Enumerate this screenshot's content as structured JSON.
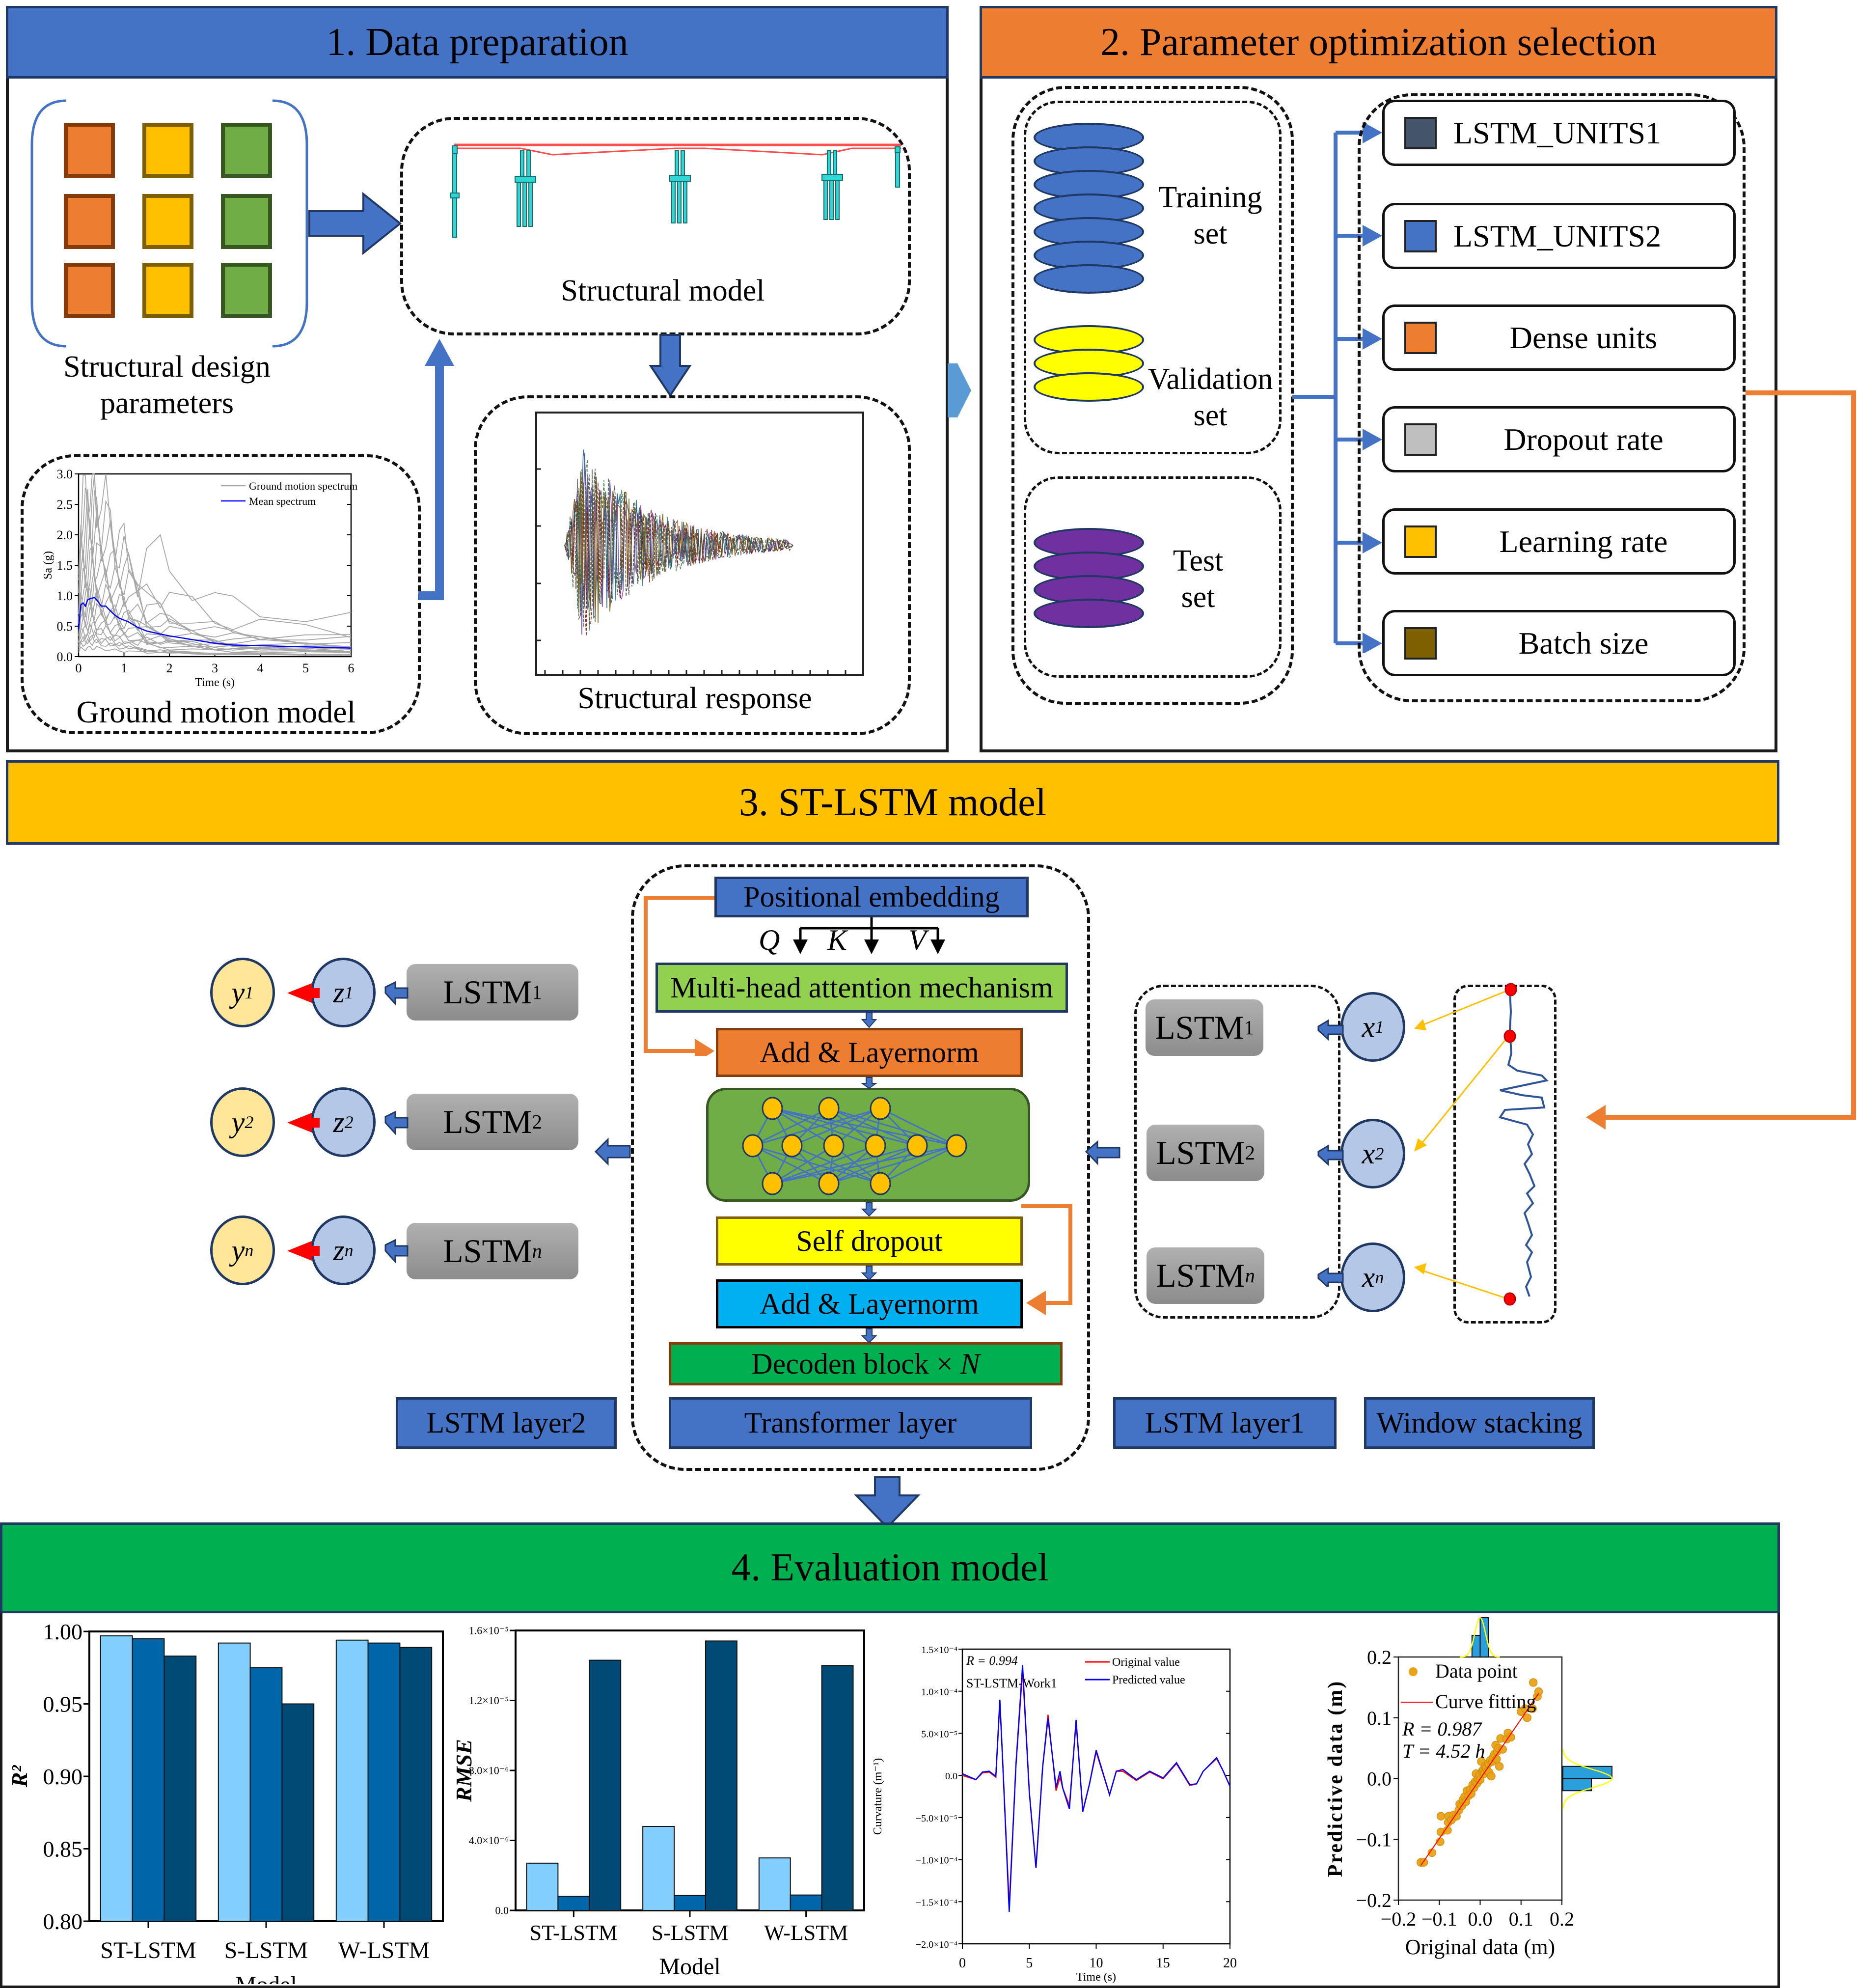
{
  "colors": {
    "blue_header": "#4472c4",
    "orange_header": "#ed7d31",
    "yellow_header": "#ffc000",
    "green_header": "#00b050",
    "bar_light": "#82cfff",
    "bar_mid": "#0066aa",
    "bar_dark": "#004a75"
  },
  "section1": {
    "title": "1. Data preparation",
    "design_params_label_1": "Structural design",
    "design_params_label_2": "parameters",
    "structural_model_label": "Structural model",
    "structural_response_label": "Structural response",
    "ground_motion_label": "Ground motion model"
  },
  "section2": {
    "title": "2. Parameter optimization selection",
    "training_1": "Training",
    "training_2": "set",
    "validation_1": "Validation",
    "validation_2": "set",
    "test_1": "Test",
    "test_2": "set",
    "params": [
      {
        "label": "LSTM_UNITS1",
        "color": "#44546a"
      },
      {
        "label": "LSTM_UNITS2",
        "color": "#4472c4"
      },
      {
        "label": "Dense units",
        "color": "#ed7d31"
      },
      {
        "label": "Dropout rate",
        "color": "#bfbfbf"
      },
      {
        "label": "Learning rate",
        "color": "#ffc000"
      },
      {
        "label": "Batch size",
        "color": "#7f6000"
      }
    ]
  },
  "section3": {
    "title": "3. ST-LSTM  model",
    "positional_embedding": "Positional embedding",
    "q": "Q",
    "k": "K",
    "v": "V",
    "mha": "Multi-head attention mechanism",
    "add_norm_1": "Add & Layernorm",
    "self_dropout": "Self dropout",
    "add_norm_2": "Add & Layernorm",
    "decoder": "Decoden block × ",
    "decoder_n": "N",
    "lstm": "LSTM",
    "subs": [
      "1",
      "2",
      "n"
    ],
    "y": "y",
    "z": "z",
    "x": "x",
    "tag_lstm2": "LSTM layer2",
    "tag_transformer": "Transformer layer",
    "tag_lstm1": "LSTM layer1",
    "tag_window": "Window stacking"
  },
  "section4": {
    "title": "4. Evaluation model"
  },
  "chart_data": [
    {
      "id": "ground_motion",
      "type": "line",
      "title": "",
      "xlabel": "Time (s)",
      "ylabel": "Sa (g)",
      "xlim": [
        0,
        6
      ],
      "ylim": [
        0,
        3.0
      ],
      "xticks": [
        "0",
        "1",
        "2",
        "3",
        "4",
        "5",
        "6"
      ],
      "yticks": [
        "0.0",
        "0.5",
        "1.0",
        "1.5",
        "2.0",
        "2.5",
        "3.0"
      ],
      "legend": [
        "Ground motion spectrum",
        "Mean spectrum"
      ],
      "legend_position": "top-right",
      "mean_spectrum": {
        "x": [
          0,
          0.05,
          0.1,
          0.15,
          0.2,
          0.25,
          0.3,
          0.35,
          0.4,
          0.5,
          0.6,
          0.7,
          0.8,
          0.9,
          1.0,
          1.1,
          1.3,
          1.5,
          1.8,
          2.0,
          2.5,
          3.0,
          3.4,
          4.0,
          5.0,
          6.0
        ],
        "y": [
          0.45,
          0.85,
          0.88,
          0.83,
          0.93,
          0.95,
          0.96,
          0.97,
          0.93,
          0.83,
          0.83,
          0.75,
          0.68,
          0.63,
          0.6,
          0.57,
          0.48,
          0.42,
          0.37,
          0.34,
          0.28,
          0.22,
          0.19,
          0.18,
          0.16,
          0.14
        ]
      },
      "sample_spectra_peaks": [
        3.0,
        2.6,
        2.1,
        1.85,
        1.75,
        1.5,
        1.1,
        1.05
      ]
    },
    {
      "id": "r2_bar",
      "type": "bar",
      "xlabel": "Model",
      "ylabel": "R²",
      "ylim": [
        0.8,
        1.0
      ],
      "yticks": [
        "0.80",
        "0.85",
        "0.90",
        "0.95",
        "1.00"
      ],
      "categories": [
        "ST-LSTM",
        "S-LSTM",
        "W-LSTM"
      ],
      "series": [
        {
          "name": "series1",
          "values": [
            0.997,
            0.992,
            0.994
          ]
        },
        {
          "name": "series2",
          "values": [
            0.995,
            0.975,
            0.992
          ]
        },
        {
          "name": "series3",
          "values": [
            0.983,
            0.95,
            0.989
          ]
        }
      ]
    },
    {
      "id": "rmse_bar",
      "type": "bar",
      "xlabel": "Model",
      "ylabel": "RMSE",
      "ylim": [
        0,
        1.6e-05
      ],
      "yticks": [
        "0.0",
        "4.0×10⁻⁶",
        "8.0×10⁻⁶",
        "1.2×10⁻⁵",
        "1.6×10⁻⁵"
      ],
      "categories": [
        "ST-LSTM",
        "S-LSTM",
        "W-LSTM"
      ],
      "series": [
        {
          "name": "series1",
          "values": [
            2.7e-06,
            4.8e-06,
            3e-06
          ]
        },
        {
          "name": "series2",
          "values": [
            8e-07,
            8.5e-07,
            8.8e-07
          ]
        },
        {
          "name": "series3",
          "values": [
            1.43e-05,
            1.54e-05,
            1.4e-05
          ]
        }
      ]
    },
    {
      "id": "curvature_time",
      "type": "line",
      "xlabel": "Time (s)",
      "ylabel": "Curvature (m⁻¹)",
      "xlim": [
        0,
        20
      ],
      "ylim": [
        -0.0002,
        0.00015
      ],
      "xticks": [
        "0",
        "5",
        "10",
        "15",
        "20"
      ],
      "yticks": [
        "−2.0×10⁻⁴",
        "−1.5×10⁻⁴",
        "−1.0×10⁻⁴",
        "−5.0×10⁻⁵",
        "0.0",
        "5.0×10⁻⁵",
        "1.0×10⁻⁴",
        "1.5×10⁻⁴"
      ],
      "annotations": [
        "R = 0.994",
        "ST-LSTM-Work1"
      ],
      "legend": [
        "Original value",
        "Predicted value"
      ],
      "legend_position": "top-right",
      "series": [
        {
          "name": "Original value",
          "color": "#ff0000",
          "x": [
            0,
            1,
            1.5,
            2,
            2.5,
            2.8,
            3.0,
            3.5,
            4.0,
            4.5,
            5.0,
            5.5,
            6.0,
            6.4,
            7.0,
            7.3,
            7.5,
            8.0,
            8.5,
            9.0,
            9.5,
            10.0,
            11.0,
            11.5,
            12.0,
            13.0,
            14.0,
            15.0,
            16.0,
            17.0,
            17.5,
            18.0,
            19.0,
            19.5,
            20.0
          ],
          "y": [
            0,
            -5e-06,
            3e-06,
            4e-06,
            -2e-06,
            8.8e-05,
            2e-05,
            -0.000155,
            1e-05,
            0.000125,
            -2e-05,
            -0.00011,
            1e-05,
            7.2e-05,
            -1.8e-05,
            -2e-06,
            -1.5e-05,
            -3.6e-05,
            6.3e-05,
            -4.2e-05,
            -1e-05,
            2.8e-05,
            -2.3e-05,
            5e-06,
            5e-06,
            -6e-06,
            4e-06,
            -4e-06,
            1.4e-05,
            -1.2e-05,
            -1e-05,
            5e-06,
            2e-05,
            5e-06,
            -1.3e-05
          ]
        },
        {
          "name": "Predicted value",
          "color": "#0000ff",
          "x": [
            0,
            1,
            1.5,
            2,
            2.5,
            2.8,
            3.0,
            3.5,
            4.0,
            4.5,
            5.0,
            5.5,
            6.0,
            6.4,
            7.0,
            7.3,
            7.5,
            8.0,
            8.5,
            9.0,
            9.5,
            10.0,
            11.0,
            11.5,
            12.0,
            13.0,
            14.0,
            15.0,
            16.0,
            17.0,
            17.5,
            18.0,
            19.0,
            19.5,
            20.0
          ],
          "y": [
            2e-06,
            -5e-06,
            4e-06,
            5e-06,
            -1e-06,
            9e-05,
            2e-05,
            -0.000162,
            1.2e-05,
            0.000131,
            -2e-05,
            -0.00011,
            1e-05,
            6.8e-05,
            -1.4e-05,
            5e-06,
            -1.5e-05,
            -4e-05,
            6.6e-05,
            -4.3e-05,
            -1e-05,
            3e-05,
            -2.3e-05,
            5e-06,
            7e-06,
            -5e-06,
            5e-06,
            -3e-06,
            1.5e-05,
            -1.1e-05,
            -1e-05,
            5e-06,
            2.1e-05,
            5e-06,
            -1.3e-05
          ]
        }
      ]
    },
    {
      "id": "scatter_fit",
      "type": "scatter",
      "xlabel": "Original data (m)",
      "ylabel": "Predictive data (m)",
      "xlim": [
        -0.2,
        0.2
      ],
      "ylim": [
        -0.2,
        0.2
      ],
      "xticks": [
        "−0.2",
        "−0.1",
        "0.0",
        "0.1",
        "0.2"
      ],
      "yticks": [
        "−0.2",
        "−0.1",
        "0.0",
        "0.1",
        "0.2"
      ],
      "legend": [
        "Data point",
        "Curve fitting"
      ],
      "legend_position": "top-left",
      "annotations": [
        "R = 0.987",
        "T = 4.52 h"
      ],
      "fit_line": {
        "x": [
          -0.145,
          0.143
        ],
        "y": [
          -0.143,
          0.14
        ]
      },
      "points": [
        [
          -0.145,
          -0.138
        ],
        [
          -0.138,
          -0.138
        ],
        [
          -0.118,
          -0.122
        ],
        [
          -0.098,
          -0.104
        ],
        [
          -0.096,
          -0.088
        ],
        [
          -0.096,
          -0.062
        ],
        [
          -0.08,
          -0.085
        ],
        [
          -0.078,
          -0.072
        ],
        [
          -0.077,
          -0.062
        ],
        [
          -0.07,
          -0.068
        ],
        [
          -0.065,
          -0.06
        ],
        [
          -0.058,
          -0.062
        ],
        [
          -0.052,
          -0.052
        ],
        [
          -0.05,
          -0.042
        ],
        [
          -0.045,
          -0.045
        ],
        [
          -0.042,
          -0.035
        ],
        [
          -0.038,
          -0.03
        ],
        [
          -0.035,
          -0.038
        ],
        [
          -0.032,
          -0.02
        ],
        [
          -0.028,
          -0.028
        ],
        [
          -0.025,
          -0.018
        ],
        [
          -0.022,
          -0.025
        ],
        [
          -0.018,
          -0.01
        ],
        [
          -0.015,
          -0.015
        ],
        [
          -0.012,
          -0.005
        ],
        [
          -0.01,
          0.008
        ],
        [
          -0.008,
          -0.008
        ],
        [
          -0.005,
          0.0
        ],
        [
          -0.002,
          0.005
        ],
        [
          0.0,
          -0.002
        ],
        [
          0.003,
          0.028
        ],
        [
          0.005,
          0.012
        ],
        [
          0.008,
          0.015
        ],
        [
          0.01,
          0.008
        ],
        [
          0.012,
          0.02
        ],
        [
          0.015,
          0.018
        ],
        [
          0.018,
          0.012
        ],
        [
          0.02,
          0.025
        ],
        [
          0.022,
          0.01
        ],
        [
          0.025,
          0.03
        ],
        [
          0.027,
          0.004
        ],
        [
          0.03,
          0.028
        ],
        [
          0.032,
          0.035
        ],
        [
          0.035,
          0.04
        ],
        [
          0.038,
          0.055
        ],
        [
          0.04,
          0.032
        ],
        [
          0.042,
          0.045
        ],
        [
          0.045,
          0.05
        ],
        [
          0.047,
          0.02
        ],
        [
          0.05,
          0.066
        ],
        [
          0.055,
          0.048
        ],
        [
          0.065,
          0.065
        ],
        [
          0.068,
          0.075
        ],
        [
          0.075,
          0.068
        ],
        [
          0.1,
          0.11
        ],
        [
          0.11,
          0.115
        ],
        [
          0.115,
          0.1
        ],
        [
          0.128,
          0.115
        ],
        [
          0.13,
          0.158
        ],
        [
          0.14,
          0.135
        ],
        [
          0.143,
          0.143
        ]
      ],
      "marginal_hist_top": {
        "bins": [
          -0.02,
          0.0,
          0.02
        ],
        "counts": [
          0.55,
          1.0
        ]
      },
      "marginal_hist_right": {
        "bins": [
          -0.02,
          0.0,
          0.02
        ],
        "counts": [
          0.58,
          1.0
        ]
      }
    }
  ]
}
